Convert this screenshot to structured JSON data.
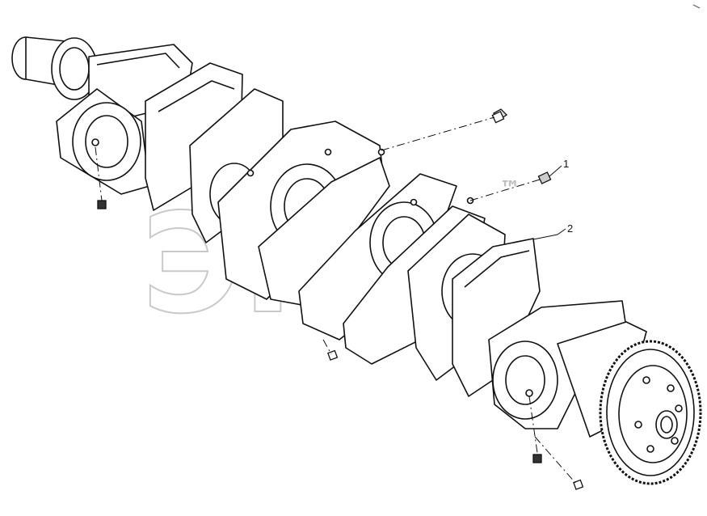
{
  "diagram": {
    "callouts": [
      {
        "id": "1",
        "label": "1",
        "part": "plug"
      },
      {
        "id": "2",
        "label": "2",
        "part": "crankshaft"
      }
    ],
    "watermark": {
      "text": "ЭПД",
      "mark": "™"
    },
    "colors": {
      "line": "#111111",
      "watermark": "#bdbdbd",
      "paper": "#ffffff"
    }
  }
}
